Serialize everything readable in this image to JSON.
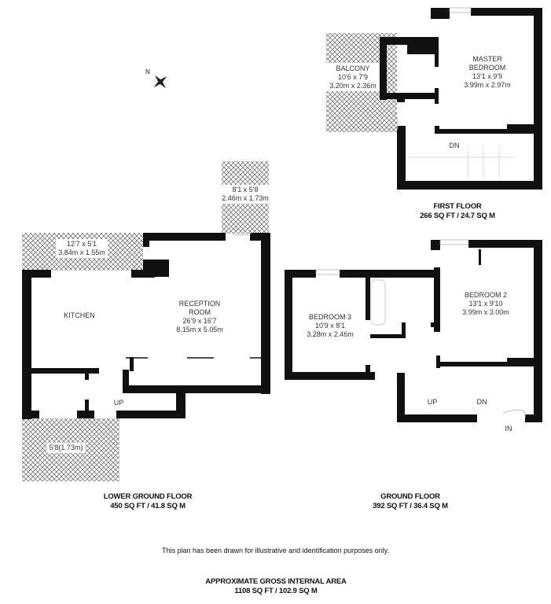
{
  "compass": {
    "label": "N"
  },
  "first_floor": {
    "title": "FIRST FLOOR",
    "area": "266 SQ FT / 24.7 SQ M",
    "rooms": [
      {
        "name": "MASTER",
        "name2": "BEDROOM",
        "imperial": "13'1 x 9'9",
        "metric": "3.99m x 2.97m"
      },
      {
        "name": "BALCONY",
        "imperial": "10'6 x 7'9",
        "metric": "3.20m x 2.36m"
      }
    ],
    "stairs": "DN"
  },
  "lower_ground_floor": {
    "title": "LOWER GROUND FLOOR",
    "area": "450 SQ FT / 41.8 SQ M",
    "rooms": [
      {
        "name": "RECEPTION",
        "name2": "ROOM",
        "imperial": "26'9 x 16'7",
        "metric": "8.15m x 5.05m"
      },
      {
        "name": "KITCHEN"
      },
      {
        "imperial": "12'7 x 5'1",
        "metric": "3.84m x 1.55m"
      },
      {
        "imperial": "8'1 x 5'8",
        "metric": "2.46m x 1.73m"
      },
      {
        "imperial": "5'8(1.73m)"
      }
    ],
    "stairs": "UP"
  },
  "ground_floor": {
    "title": "GROUND FLOOR",
    "area": "392 SQ FT / 36.4 SQ M",
    "rooms": [
      {
        "name": "BEDROOM 2",
        "imperial": "13'1 x 9'10",
        "metric": "3.99m x 3.00m"
      },
      {
        "name": "BEDROOM 3",
        "imperial": "10'9 x 8'1",
        "metric": "3.28m x 2.46m"
      }
    ],
    "stairs_up": "UP",
    "stairs_down": "DN",
    "entrance": "IN"
  },
  "disclaimer": "This plan has been drawn for illustrative and identification purposes only.",
  "gross_area": {
    "title": "APPROXIMATE GROSS INTERNAL AREA",
    "value": "1108 SQ FT / 102.9 SQ M"
  }
}
